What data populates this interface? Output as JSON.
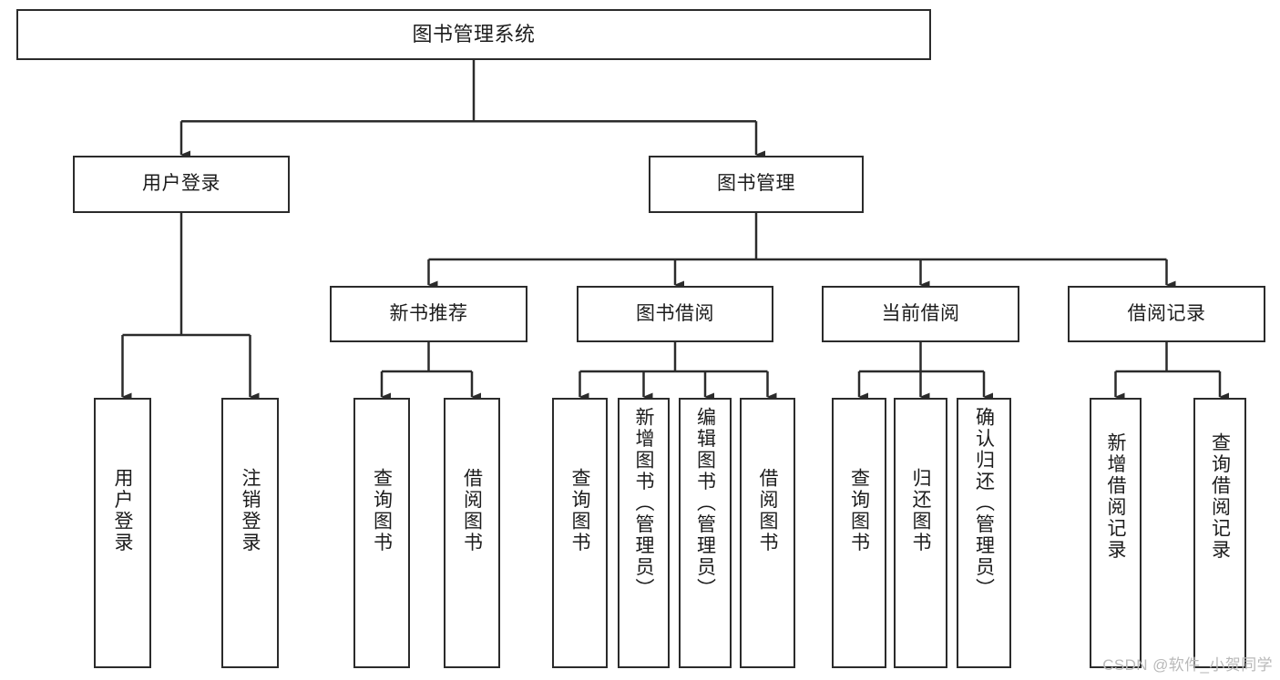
{
  "diagram": {
    "title": "图书管理系统",
    "type": "hierarchy-tree",
    "orientation": "top-down",
    "colors": {
      "box_border": "#2b2b2b",
      "box_fill": "#ffffff",
      "connector": "#2b2b2b",
      "text": "#1c1c1c",
      "watermark": "#b9b9b9",
      "background": "#ffffff"
    }
  },
  "nodes": {
    "root": {
      "label": "图书管理系统",
      "level": 0,
      "orientation": "horizontal"
    },
    "user_login": {
      "label": "用户登录",
      "level": 1,
      "orientation": "horizontal"
    },
    "book_manage": {
      "label": "图书管理",
      "level": 1,
      "orientation": "horizontal"
    },
    "new_book_rec": {
      "label": "新书推荐",
      "level": 2,
      "orientation": "horizontal"
    },
    "book_borrow": {
      "label": "图书借阅",
      "level": 2,
      "orientation": "horizontal"
    },
    "current_borrow": {
      "label": "当前借阅",
      "level": 2,
      "orientation": "horizontal"
    },
    "borrow_record": {
      "label": "借阅记录",
      "level": 2,
      "orientation": "horizontal"
    },
    "leaf_user_login": {
      "label": "用户登录",
      "level": 2,
      "orientation": "vertical"
    },
    "leaf_logout": {
      "label": "注销登录",
      "level": 2,
      "orientation": "vertical"
    },
    "leaf_query_book_a": {
      "label": "查询图书",
      "level": 3,
      "orientation": "vertical"
    },
    "leaf_borrow_book_a": {
      "label": "借阅图书",
      "level": 3,
      "orientation": "vertical"
    },
    "leaf_query_book_b": {
      "label": "查询图书",
      "level": 3,
      "orientation": "vertical"
    },
    "leaf_add_book": {
      "label": "新增图书（管理员）",
      "level": 3,
      "orientation": "vertical"
    },
    "leaf_edit_book": {
      "label": "编辑图书（管理员）",
      "level": 3,
      "orientation": "vertical"
    },
    "leaf_borrow_book_b": {
      "label": "借阅图书",
      "level": 3,
      "orientation": "vertical"
    },
    "leaf_query_book_c": {
      "label": "查询图书",
      "level": 3,
      "orientation": "vertical"
    },
    "leaf_return_book": {
      "label": "归还图书",
      "level": 3,
      "orientation": "vertical"
    },
    "leaf_confirm_return": {
      "label": "确认归还（管理员）",
      "level": 3,
      "orientation": "vertical"
    },
    "leaf_add_record": {
      "label": "新增借阅记录",
      "level": 3,
      "orientation": "vertical"
    },
    "leaf_query_record": {
      "label": "查询借阅记录",
      "level": 3,
      "orientation": "vertical"
    }
  },
  "edges": [
    {
      "from": "root",
      "to": "user_login"
    },
    {
      "from": "root",
      "to": "book_manage"
    },
    {
      "from": "user_login",
      "to": "leaf_user_login"
    },
    {
      "from": "user_login",
      "to": "leaf_logout"
    },
    {
      "from": "book_manage",
      "to": "new_book_rec"
    },
    {
      "from": "book_manage",
      "to": "book_borrow"
    },
    {
      "from": "book_manage",
      "to": "current_borrow"
    },
    {
      "from": "book_manage",
      "to": "borrow_record"
    },
    {
      "from": "new_book_rec",
      "to": "leaf_query_book_a"
    },
    {
      "from": "new_book_rec",
      "to": "leaf_borrow_book_a"
    },
    {
      "from": "book_borrow",
      "to": "leaf_query_book_b"
    },
    {
      "from": "book_borrow",
      "to": "leaf_add_book"
    },
    {
      "from": "book_borrow",
      "to": "leaf_edit_book"
    },
    {
      "from": "book_borrow",
      "to": "leaf_borrow_book_b"
    },
    {
      "from": "current_borrow",
      "to": "leaf_query_book_c"
    },
    {
      "from": "current_borrow",
      "to": "leaf_return_book"
    },
    {
      "from": "current_borrow",
      "to": "leaf_confirm_return"
    },
    {
      "from": "borrow_record",
      "to": "leaf_add_record"
    },
    {
      "from": "borrow_record",
      "to": "leaf_query_record"
    }
  ],
  "watermark": {
    "text": "CSDN @软件_小贺同学"
  }
}
